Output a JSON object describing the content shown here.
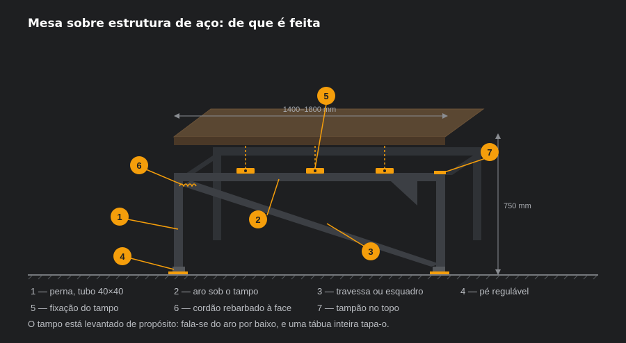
{
  "title": "Mesa sobre estrutura de aço: de que é feita",
  "dimensions": {
    "width_label": "1400–1800 mm",
    "height_label": "750 mm"
  },
  "callouts": [
    "1",
    "2",
    "3",
    "4",
    "5",
    "6",
    "7"
  ],
  "legend": [
    "1 — perna, tubo 40×40",
    "2 — aro sob o tampo",
    "3 — travessa ou esquadro",
    "4 — pé regulável",
    "5 — fixação do tampo",
    "6 — cordão rebarbado à face",
    "7 — tampão no topo"
  ],
  "note": "O tampo está levantado de propósito: fala-se do aro por baixo, e uma tábua inteira tapa-o.",
  "colors": {
    "background": "#1e1f21",
    "steel": "#3c3f44",
    "steel_dark": "#2f3236",
    "wood_top": "#5a4732",
    "wood_edge": "#6b5238",
    "accent": "#f59e0b",
    "ground": "#75787c"
  }
}
